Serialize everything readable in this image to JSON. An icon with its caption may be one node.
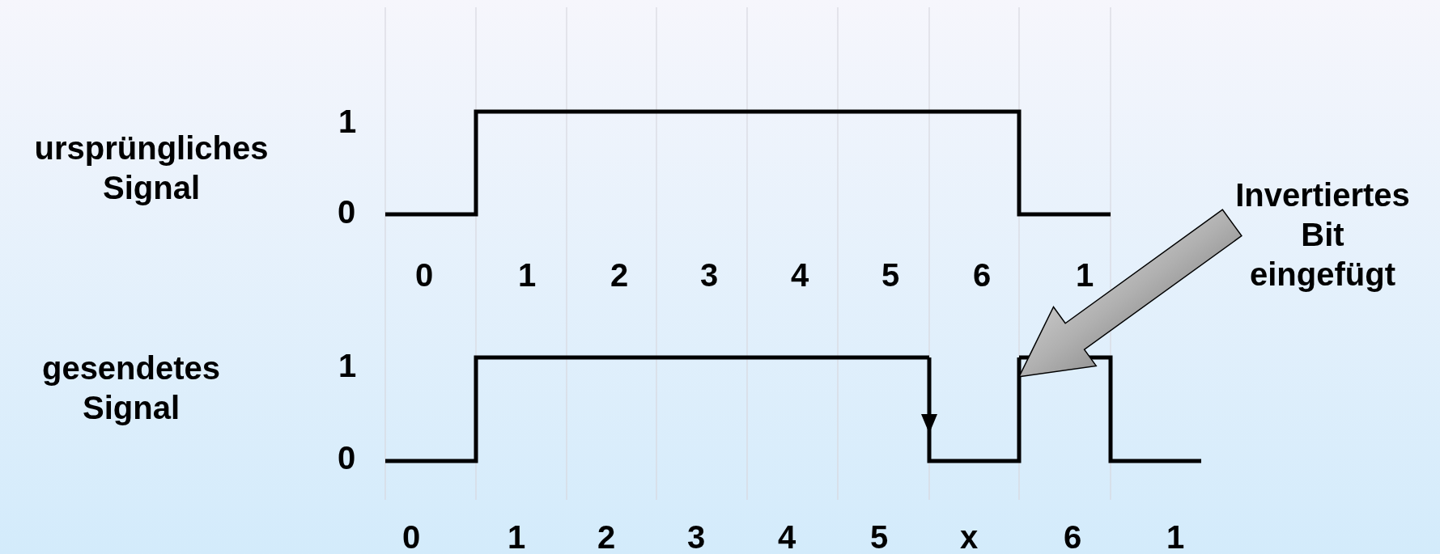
{
  "diagram": {
    "nodes": [
      {
        "text": [
          "Invertiertes Bit eingefügt"
        ]
      },
      {
        "text": [],
        "shape": "bar"
      }
    ],
    "edges": [
      {
        "from": 0,
        "to": 1,
        "arrow": "to"
      }
    ],
    "labels": [
      "1",
      "ursprüngliches Signal",
      "0",
      "0",
      "1",
      "2",
      "3",
      "4",
      "5",
      "6",
      "1",
      "1",
      "gesendetes Signal",
      "0",
      "0",
      "1",
      "2",
      "3",
      "4",
      "5",
      "x",
      "6",
      "1"
    ]
  }
}
